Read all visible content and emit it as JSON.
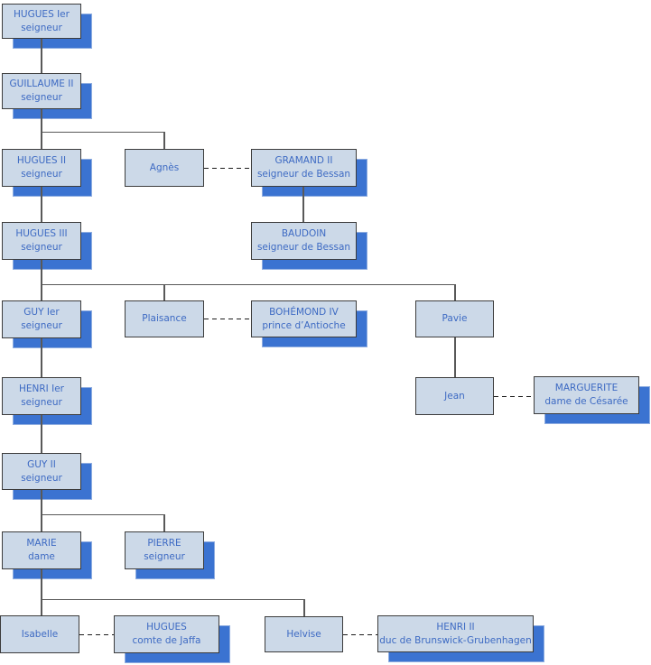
{
  "diagram_type": "family-tree",
  "persons": {
    "hugues1": {
      "name": "HUGUES Ier",
      "title": "seigneur"
    },
    "guillaume2": {
      "name": "GUILLAUME II",
      "title": "seigneur"
    },
    "hugues2": {
      "name": "HUGUES II",
      "title": "seigneur"
    },
    "agnes": {
      "name": "Agnès",
      "title": ""
    },
    "gramand2": {
      "name": "GRAMAND II",
      "title": "seigneur de Bessan"
    },
    "hugues3": {
      "name": "HUGUES III",
      "title": "seigneur"
    },
    "baudoin": {
      "name": "BAUDOIN",
      "title": "seigneur de Bessan"
    },
    "guy1": {
      "name": "GUY Ier",
      "title": "seigneur"
    },
    "plaisance": {
      "name": "Plaisance",
      "title": ""
    },
    "bohemond4": {
      "name": "BOHÉMOND IV",
      "title": "prince d’Antioche"
    },
    "pavie": {
      "name": "Pavie",
      "title": ""
    },
    "henri1": {
      "name": "HENRI Ier",
      "title": "seigneur"
    },
    "jean": {
      "name": "Jean",
      "title": ""
    },
    "marguerite": {
      "name": "MARGUERITE",
      "title": "dame de Césarée"
    },
    "guy2": {
      "name": "GUY II",
      "title": "seigneur"
    },
    "marie": {
      "name": "MARIE",
      "title": "dame"
    },
    "pierre": {
      "name": "PIERRE",
      "title": "seigneur"
    },
    "isabelle": {
      "name": "Isabelle",
      "title": ""
    },
    "hugues_jaffa": {
      "name": "HUGUES",
      "title": "comte de Jaffa"
    },
    "helvise": {
      "name": "Helvise",
      "title": ""
    },
    "henri2": {
      "name": "HENRI II",
      "title": "duc de Brunswick-Grubenhagen"
    }
  },
  "relationships": {
    "descent": [
      "HUGUES Ier > GUILLAUME II",
      "GUILLAUME II > HUGUES II, Agnès",
      "HUGUES II > HUGUES III",
      "GRAMAND II > BAUDOIN",
      "HUGUES III > GUY Ier, Plaisance, Pavie",
      "GUY Ier > HENRI Ier",
      "Pavie > Jean",
      "HENRI Ier > GUY II",
      "GUY II > MARIE, PIERRE",
      "MARIE > Isabelle, Helvise"
    ],
    "marriages": [
      "Agnès — GRAMAND II",
      "Plaisance — BOHÉMOND IV",
      "Jean — MARGUERITE",
      "Isabelle — HUGUES",
      "Helvise — HENRI II"
    ]
  },
  "colors": {
    "node-fill": "#ccd9e8",
    "node-border": "#3c3c3c",
    "node-text": "#3d6ac3",
    "shadow-blue": "#3b73d1",
    "shadow-edge": "#8fade0",
    "line-solid": "#595959",
    "line-dashed": "#1c1c1c",
    "background": "#ffffff"
  }
}
